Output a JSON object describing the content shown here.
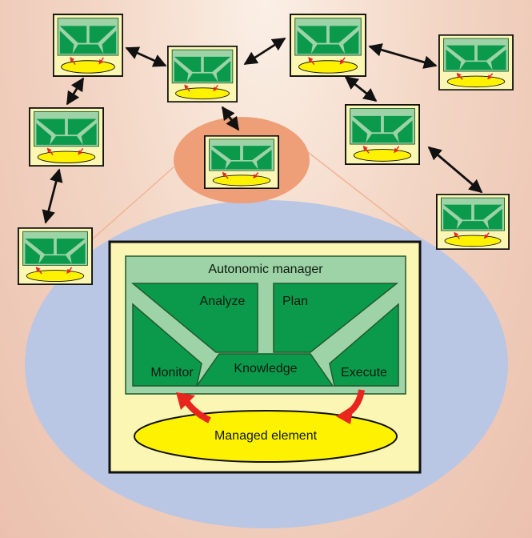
{
  "diagram": {
    "manager_label": "Autonomic manager",
    "analyze_label": "Analyze",
    "plan_label": "Plan",
    "monitor_label": "Monitor",
    "knowledge_label": "Knowledge",
    "execute_label": "Execute",
    "element_label": "Managed element"
  },
  "colors": {
    "box_fill": "#fbf6b4",
    "manager_fill": "#9dd3a6",
    "section_fill": "#0b9a4c",
    "element_fill": "#fff200",
    "arrow": "#e8261e",
    "lens": "#b9c6e4",
    "highlight": "#ee9f78"
  }
}
